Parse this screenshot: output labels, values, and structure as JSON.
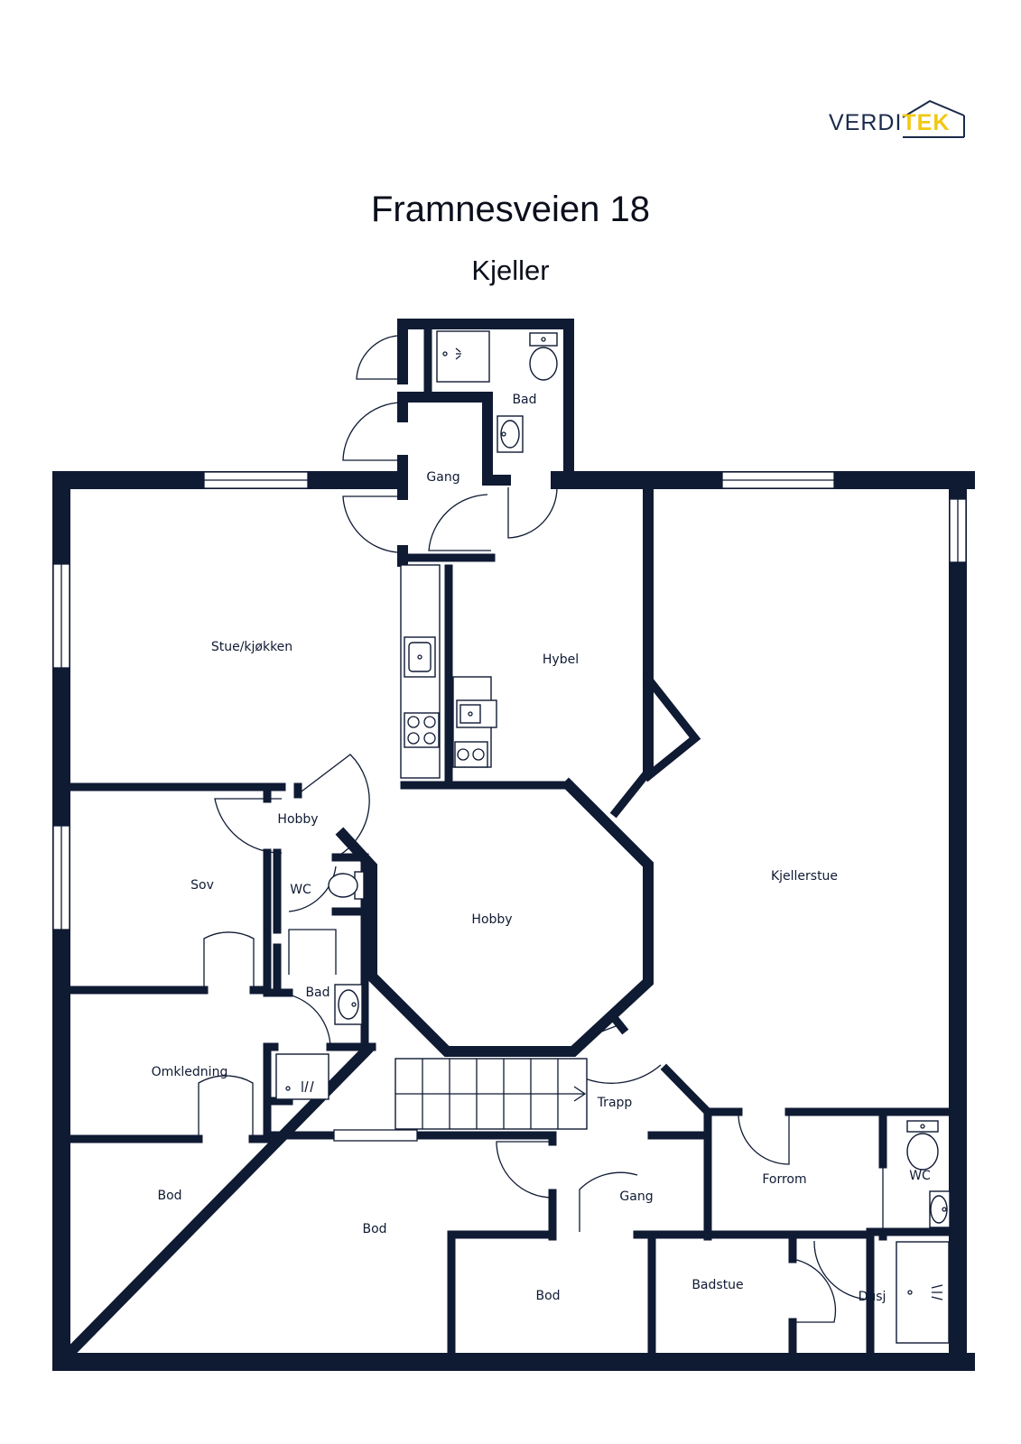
{
  "brand": {
    "name_part1": "VERDI",
    "name_part2": "TEK",
    "primary_color": "#1b2a4a",
    "accent_color": "#f2c811"
  },
  "header": {
    "title": "Framnesveien 18",
    "floor": "Kjeller"
  },
  "plan": {
    "wall_color": "#0f1a33",
    "rooms": {
      "bad_top": "Bad",
      "gang_top": "Gang",
      "stue_kjokken": "Stue/kjøkken",
      "hybel": "Hybel",
      "kjellerstue": "Kjellerstue",
      "hobby_small": "Hobby",
      "sov": "Sov",
      "wc_left": "WC",
      "hobby_large": "Hobby",
      "bad_mid": "Bad",
      "omkledning": "Omkledning",
      "trapp": "Trapp",
      "forrom": "Forrom",
      "wc_right": "WC",
      "bod_left": "Bod",
      "bod_mid": "Bod",
      "gang_bottom": "Gang",
      "bod_bottom": "Bod",
      "badstue": "Badstue",
      "dusj": "Dusj"
    }
  }
}
